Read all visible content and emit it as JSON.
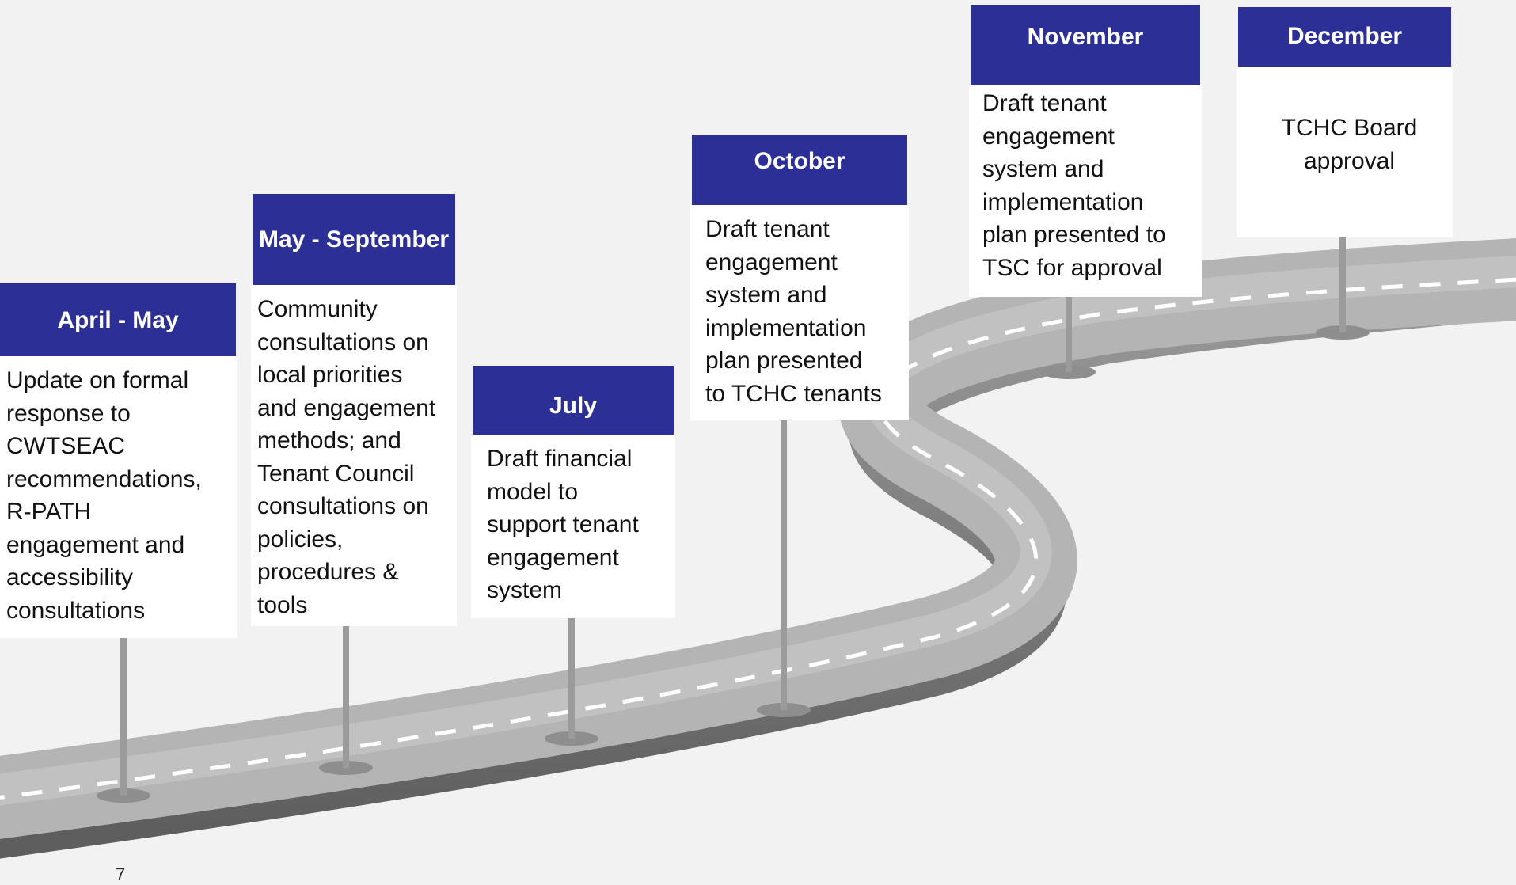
{
  "milestones": [
    {
      "heading": "April - May",
      "lines": [
        "Update on formal",
        "response to",
        "CWTSEAC",
        "recommendations,",
        "R-PATH",
        "engagement and",
        "accessibility",
        "consultations"
      ]
    },
    {
      "heading": "May - September",
      "lines": [
        "Community",
        "consultations on",
        "local priorities",
        "and engagement",
        "methods; and",
        "Tenant Council",
        "consultations on",
        "policies,",
        "procedures &",
        "tools"
      ]
    },
    {
      "heading": "July",
      "lines": [
        "Draft financial",
        "model to",
        "support tenant",
        "engagement",
        "system"
      ]
    },
    {
      "heading": "October",
      "lines": [
        "Draft tenant",
        "engagement",
        "system and",
        "implementation",
        "plan presented",
        "to TCHC tenants"
      ]
    },
    {
      "heading": "November",
      "lines": [
        "Draft tenant",
        "engagement",
        "system and",
        "implementation",
        "plan presented to",
        "TSC for approval"
      ]
    },
    {
      "heading": "December",
      "lines": [
        "TCHC Board",
        "approval"
      ]
    }
  ],
  "page_number": "7",
  "colors": {
    "heading_bg": "#2b2f96",
    "heading_text": "#ffffff",
    "road": "#a9a9a9",
    "road_dash": "#ffffff"
  }
}
